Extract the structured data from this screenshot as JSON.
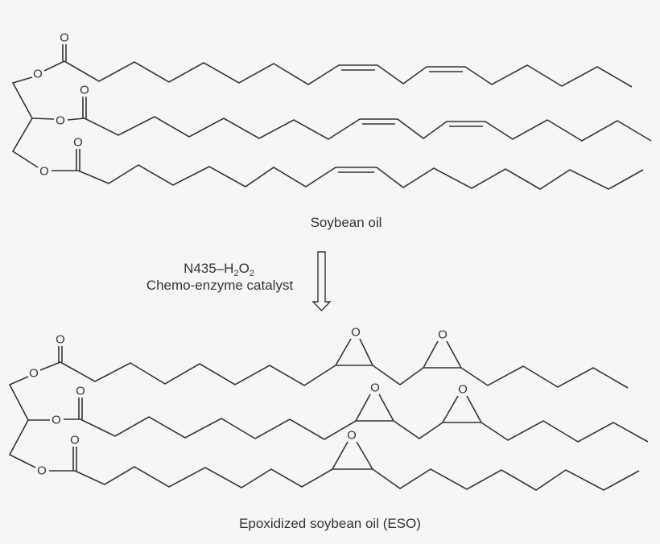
{
  "atom_O": "O",
  "reactant": {
    "name": "Soybean oil"
  },
  "reaction": {
    "reagent_prefix": "N435–H",
    "reagent_sub1": "2",
    "reagent_mid": "O",
    "reagent_sub2": "2",
    "catalyst": "Chemo-enzyme catalyst",
    "arrow": "down-hollow-arrow-icon"
  },
  "product": {
    "name": "Epoxidized soybean oil (ESO)"
  },
  "colors": {
    "bond": "#333333",
    "background": "#f6f6f6"
  }
}
